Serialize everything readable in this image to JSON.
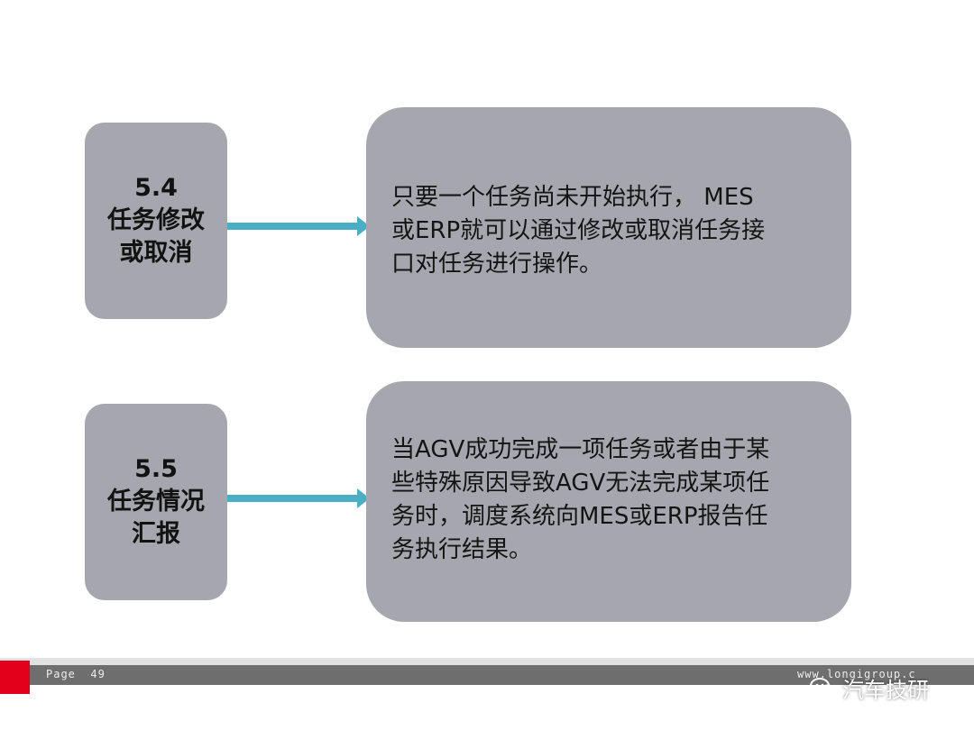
{
  "sections": [
    {
      "number": "5.4",
      "title_line1": "任务修改",
      "title_line2": "或取消",
      "description_lines": [
        "只要一个任务尚未开始执行， MES",
        "或ERP就可以通过修改或取消任务接",
        "口对任务进行操作。"
      ]
    },
    {
      "number": "5.5",
      "title_line1": "任务情况",
      "title_line2": "汇报",
      "description_lines": [
        "当AGV成功完成一项任务或者由于某",
        "些特殊原因导致AGV无法完成某项任",
        "务时，调度系统向MES或ERP报告任",
        "务执行结果。"
      ]
    }
  ],
  "footer": {
    "page_label": "Page  49",
    "site_url": "www.longigroup.c",
    "watermark_text": "汽车技研",
    "watermark_icon": "wechat-icon"
  },
  "colors": {
    "box_gray": "#a6a7ae",
    "arrow_teal": "#4aaec5",
    "accent_red": "#e3001b",
    "footer_gray": "#6e6e6e"
  }
}
